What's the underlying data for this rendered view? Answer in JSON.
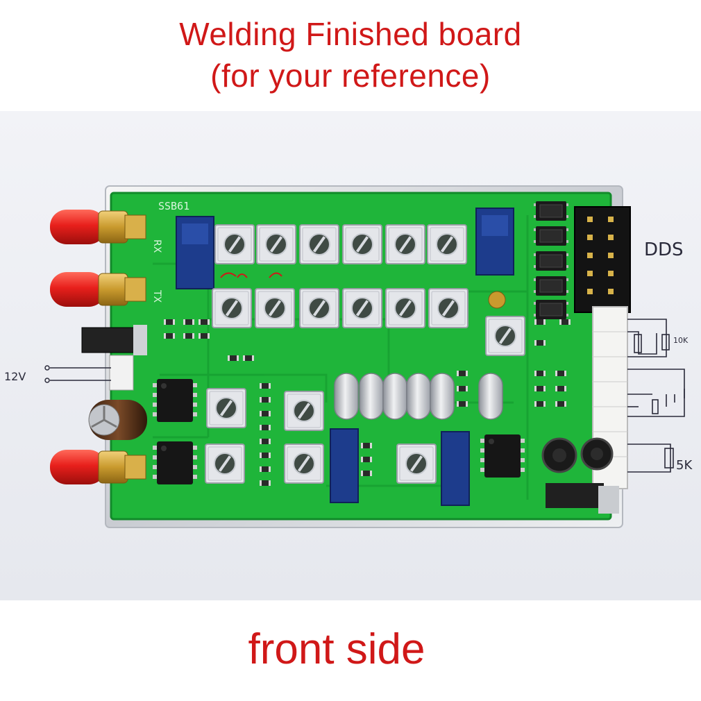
{
  "caption": {
    "title_line1": "Welding Finished  board",
    "title_line2": "(for your reference)",
    "bottom": "front side"
  },
  "annotations": {
    "left_power": "12V",
    "dds": "DDS",
    "pot_10k": "10K",
    "pot_5k": "5K",
    "silkscreen_model": "SSB61",
    "rx": "RX",
    "tx": "TX"
  },
  "colors": {
    "caption_red": "#d01818",
    "pcb_green": "#1fb53a",
    "pcb_dark_green": "#128a2a",
    "sma_red": "#e8201c",
    "brass": "#c99a2e",
    "trimmer_blue": "#1d3c8c"
  }
}
